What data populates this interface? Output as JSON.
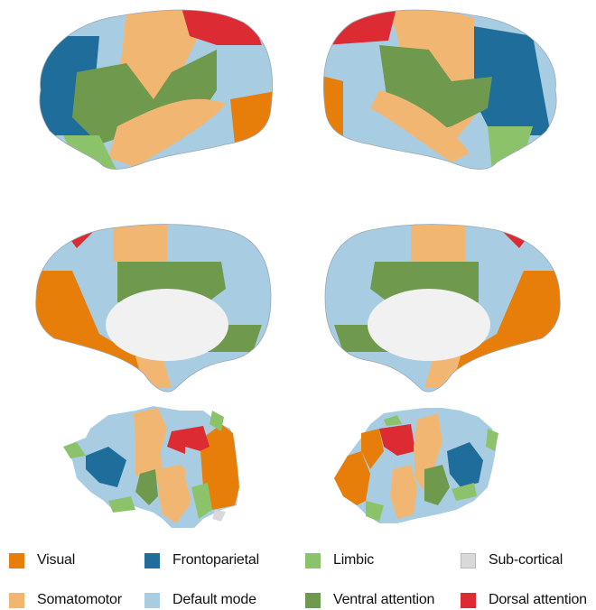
{
  "colors": {
    "visual": "#e87e0a",
    "somatomotor": "#f2b673",
    "frontoparietal": "#1f6d9a",
    "default_mode": "#a8cde3",
    "limbic": "#8cc36a",
    "ventral_attention": "#6f9a4e",
    "subcortical": "#d9d9d9",
    "dorsal_attention": "#dd2b33",
    "surface_white": "#f1f1f1",
    "border": "#c8614a"
  },
  "legend": {
    "items": [
      {
        "key": "visual",
        "label": "Visual",
        "color": "#e87e0a"
      },
      {
        "key": "frontoparietal",
        "label": "Frontoparietal",
        "color": "#1f6d9a"
      },
      {
        "key": "limbic",
        "label": "Limbic",
        "color": "#8cc36a"
      },
      {
        "key": "subcortical",
        "label": "Sub-cortical",
        "color": "#d9d9d9"
      },
      {
        "key": "somatomotor",
        "label": "Somatomotor",
        "color": "#f2b673"
      },
      {
        "key": "default_mode",
        "label": "Default mode",
        "color": "#a8cde3"
      },
      {
        "key": "ventral_attention",
        "label": "Ventral attention",
        "color": "#6f9a4e"
      },
      {
        "key": "dorsal_attention",
        "label": "Dorsal attention",
        "color": "#dd2b33"
      }
    ]
  },
  "views": [
    "left-lateral",
    "right-lateral",
    "left-medial",
    "right-medial",
    "left-cerebellum",
    "right-cerebellum"
  ]
}
